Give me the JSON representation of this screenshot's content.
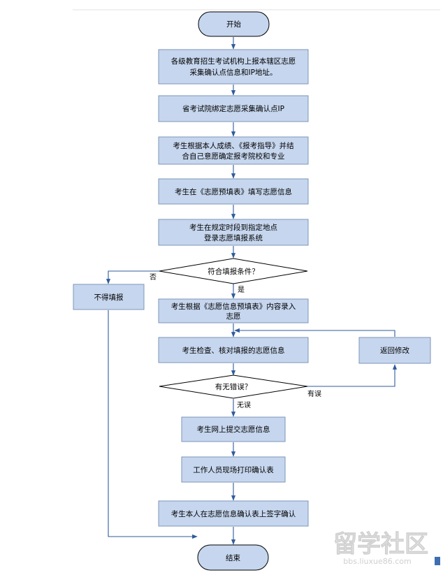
{
  "nodes": {
    "start": "开始",
    "step1": [
      "各级教育招生考试机构上报本辖区志愿",
      "采集确认点信息和IP地址。"
    ],
    "step2": "省考试院绑定志愿采集确认点IP",
    "step3": [
      "考生根据本人成绩、《报考指导》并结",
      "合自己意愿确定报考院校和专业"
    ],
    "step4": "考生在《志愿预填表》填写志愿信息",
    "step5": [
      "考生在规定时段到指定地点",
      "登录志愿填报系统"
    ],
    "decision1": "符合填报条件？",
    "no_fill": "不得填报",
    "step6": [
      "考生根据《志愿信息预填表》内容录入",
      "志愿"
    ],
    "step7": "考生检查、核对填报的志愿信息",
    "return_edit": "返回修改",
    "decision2": "有无错误？",
    "step8": "考生网上提交志愿信息",
    "step9": "工作人员现场打印确认表",
    "step10": "考生本人在志愿信息确认表上签字确认",
    "end": "结束"
  },
  "edges": {
    "d1_no": "否",
    "d1_yes": "是",
    "d2_error": "有误",
    "d2_ok": "无误"
  },
  "watermark": {
    "text": "留学社区",
    "url": "bbs.liuxue86.com"
  }
}
